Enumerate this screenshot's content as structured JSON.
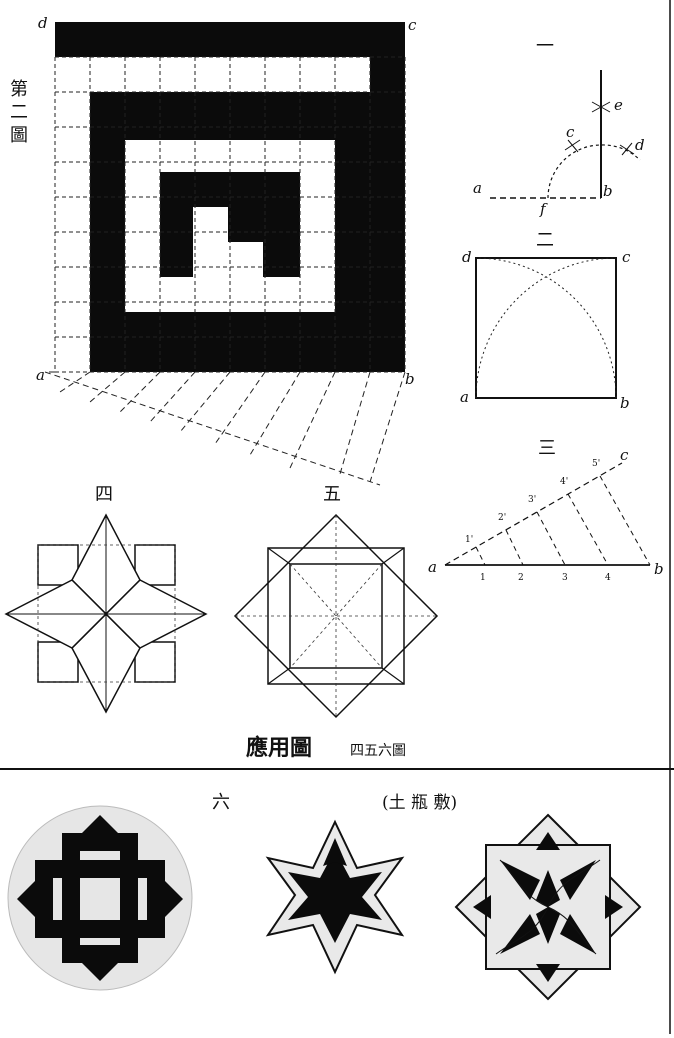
{
  "figure_2": {
    "caption": "第二圖",
    "labels": {
      "d": "d",
      "c": "c",
      "a": "a",
      "b": "b"
    }
  },
  "figure_1": {
    "title": "一",
    "labels": {
      "e_top": "e",
      "e_mid": "c",
      "d": "d",
      "a": "a",
      "f": "f",
      "b": "b"
    }
  },
  "figure_2b": {
    "title": "二",
    "labels": {
      "d": "d",
      "c": "c",
      "a": "a",
      "b": "b"
    }
  },
  "figure_3": {
    "title": "三",
    "labels": {
      "a": "a",
      "b": "b",
      "c": "c"
    },
    "ticks_bottom": [
      "1",
      "2",
      "3",
      "4"
    ],
    "ticks_diagonal": [
      "1'",
      "2'",
      "3'",
      "4'",
      "5'"
    ]
  },
  "figure_4": {
    "title": "四"
  },
  "figure_5": {
    "title": "五"
  },
  "application": {
    "heading": "應用圖",
    "subheading": "四五六圖"
  },
  "figure_6": {
    "title": "六",
    "note": "(土 瓶 敷)"
  }
}
